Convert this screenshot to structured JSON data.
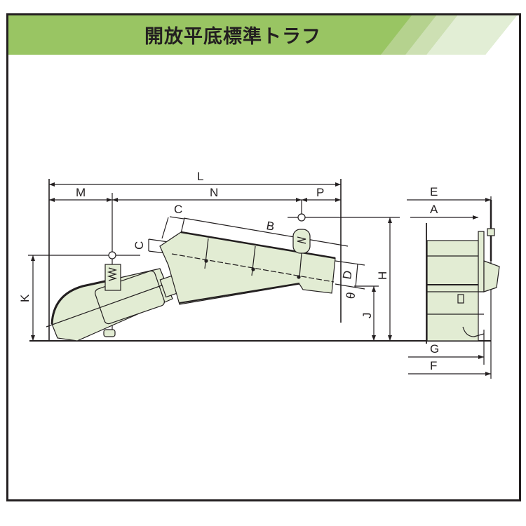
{
  "header": {
    "title": "開放平底標準トラフ"
  },
  "colors": {
    "header_green": "#99c563",
    "body_fill": "#e2ecd3",
    "line": "#231f20"
  },
  "dimensions": {
    "L": "L",
    "M": "M",
    "N": "N",
    "P": "P",
    "B": "B",
    "C_top": "C",
    "C_left": "C",
    "D": "D",
    "theta": "θ",
    "H": "H",
    "J": "J",
    "K": "K",
    "E": "E",
    "A": "A",
    "G": "G",
    "F": "F"
  }
}
